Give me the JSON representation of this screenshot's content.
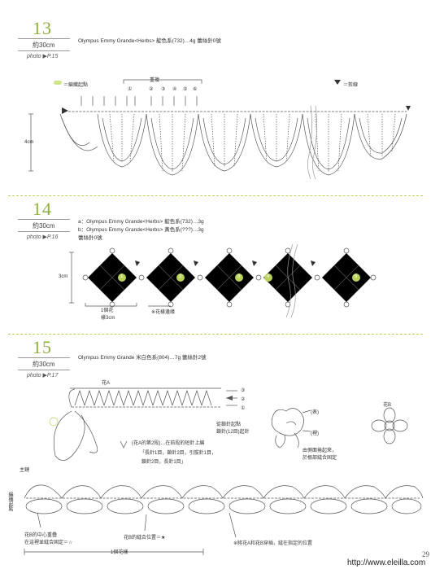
{
  "pattern13": {
    "number": "13",
    "length": "約30cm",
    "photo": "photo ▶P.15",
    "spec": "Olympus Emmy Grande<Herbs> 靛色系(732)…4g  蕾絲針0號",
    "repeat_label": "重複",
    "circled": [
      "①",
      "②",
      "③",
      "④",
      "⑤",
      "⑥"
    ],
    "start_label": "＝編織起點",
    "cut_label": "＝剪線",
    "height_label": "4cm"
  },
  "pattern14": {
    "number": "14",
    "length": "約30cm",
    "photo": "photo ▶P.16",
    "spec_a": "a：Olympus Emmy Grande<Herbs> 靛色系(732)…3g",
    "spec_b": "b：Olympus Emmy Grande<Herbs> 黃色系(???)…3g",
    "hook": "蕾絲針0號",
    "height_label": "3cm",
    "motif_label": "1個花\n樣3cm",
    "join_note": "※花樣邊緣",
    "motif_numbers": [
      "1",
      "2",
      "3",
      "4",
      "5"
    ]
  },
  "pattern15": {
    "number": "15",
    "length": "約30cm",
    "photo": "photo ▶P.17",
    "spec": "Olympus Emmy Grande 米白色系(804)…7g  蕾絲針2號",
    "flower_a": "花A",
    "flower_b": "花B",
    "row_marks": [
      "③",
      "②",
      "①"
    ],
    "front": "(表)",
    "back": "(裡)",
    "stitch_note_title": "(花A的第2段)…在前段的短針上編",
    "stitch_note_1": "「長針1目，鎖針2目，引拔針1目，",
    "stitch_note_2": "鎖針2目，長針1目」",
    "start_note_1": "從鎖針起點",
    "start_note_2": "鎖針(12目)起針",
    "roll_note_1": "由側面捲起來，",
    "roll_note_2": "於根部縫合固定",
    "main_chain": "主鏈",
    "side_label": "編織起點",
    "center_note_1": "花B的中心重疊",
    "center_note_2": "在這裡並縫合固定＝☆",
    "flowerA_note": "花B的縫合位置＝★",
    "attach_note": "※將花A和花B穿插，縫在指定的位置",
    "repeat_unit": "1個花樣"
  },
  "footer": {
    "page_number": "29",
    "url": "http://www.eleilla.com"
  }
}
